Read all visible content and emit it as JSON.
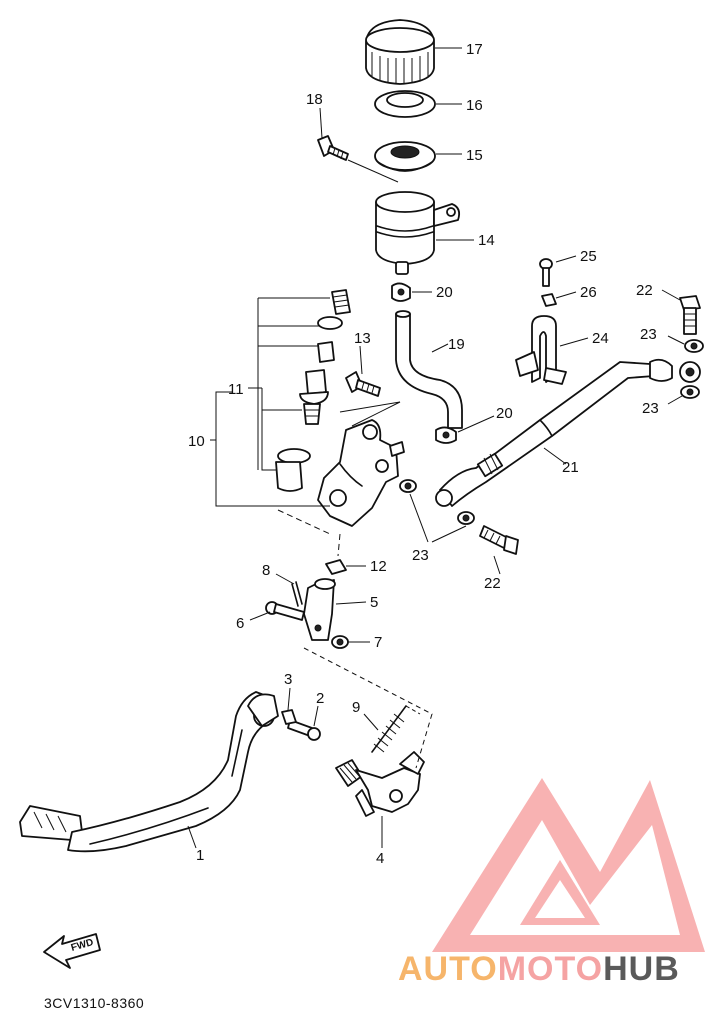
{
  "diagram": {
    "callouts": [
      "1",
      "2",
      "3",
      "4",
      "5",
      "6",
      "7",
      "8",
      "9",
      "10",
      "11",
      "12",
      "13",
      "14",
      "15",
      "16",
      "17",
      "18",
      "19",
      "20",
      "20",
      "21",
      "22",
      "22",
      "23",
      "23",
      "23",
      "24",
      "25",
      "26"
    ],
    "arrow_label": "FWD",
    "diagram_code": "3CV1310-8360"
  },
  "watermark": {
    "part1": "AUTO",
    "part2": "MOTO",
    "part3": "HUB",
    "color_light": "#f5a3a3",
    "color_orange": "#f6b56b",
    "color_dark": "#5a5a5a"
  }
}
